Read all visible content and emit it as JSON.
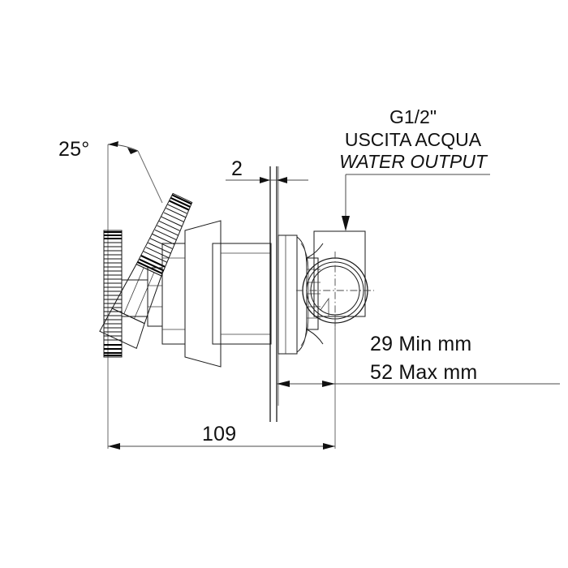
{
  "drawing": {
    "title": "Wall-mounted concealed shower mixer valve - technical section drawing",
    "background_color": "#ffffff",
    "line_color": "#1a1a1a",
    "text_color": "#111111"
  },
  "annotations": {
    "angle": {
      "name": "handle-rotation-angle",
      "value": "25°"
    },
    "plate_thickness": {
      "name": "escutcheon-plate-thickness",
      "value": "2"
    },
    "overall_length": {
      "name": "overall-length-dimension",
      "value": "109"
    },
    "depth_min": {
      "name": "installation-depth-min",
      "value": "29 Min mm"
    },
    "depth_max": {
      "name": "installation-depth-max",
      "value": "52 Max mm"
    }
  },
  "callout": {
    "name": "water-output-callout",
    "line1": "G1/2\"",
    "line2": "USCITA ACQUA",
    "line3": "WATER OUTPUT"
  },
  "parts": [
    {
      "name": "lever-handle-vertical",
      "label": "Lever handle (closed position)"
    },
    {
      "name": "lever-handle-tilted",
      "label": "Lever handle (open position, 25°)"
    },
    {
      "name": "valve-body-sleeve",
      "label": "Cylindrical valve body sleeve"
    },
    {
      "name": "escutcheon-plate",
      "label": "Wall escutcheon plate"
    },
    {
      "name": "outlet-port",
      "label": "G1/2 water outlet port"
    },
    {
      "name": "wall-surface-line",
      "label": "Finished wall surface"
    }
  ]
}
